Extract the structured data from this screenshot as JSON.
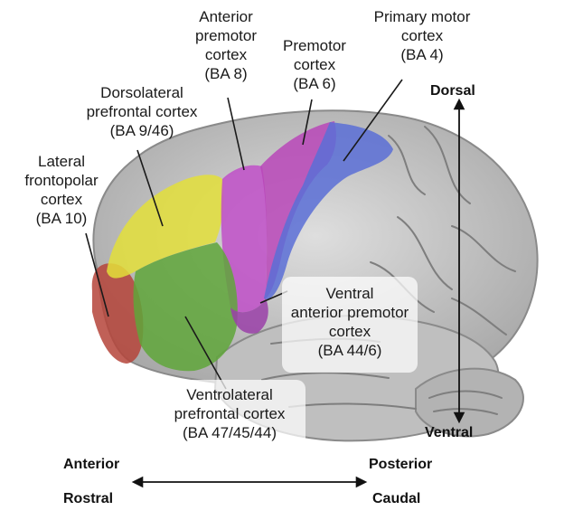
{
  "regions": [
    {
      "id": "ba10",
      "lines": [
        "Lateral",
        "frontopolar",
        "cortex",
        "(BA 10)"
      ],
      "color": "#b5443a"
    },
    {
      "id": "ba946",
      "lines": [
        "Dorsolateral",
        "prefrontal cortex",
        "(BA 9/46)"
      ],
      "color": "#e3df3a"
    },
    {
      "id": "ba8",
      "lines": [
        "Anterior",
        "premotor",
        "cortex",
        "(BA 8)"
      ],
      "color": "#c04fc8"
    },
    {
      "id": "ba6",
      "lines": [
        "Premotor",
        "cortex",
        "(BA 6)"
      ],
      "color": "#b847b8"
    },
    {
      "id": "ba4",
      "lines": [
        "Primary motor",
        "cortex",
        "(BA 4)"
      ],
      "color": "#5a6fd6"
    },
    {
      "id": "ba446",
      "lines": [
        "Ventral",
        "anterior premotor",
        "cortex",
        "(BA 44/6)"
      ],
      "color": "#9a3fa8"
    },
    {
      "id": "ba474544",
      "lines": [
        "Ventrolateral",
        "prefrontal cortex",
        "(BA 47/45/44)"
      ],
      "color": "#5fa63a"
    }
  ],
  "axes": {
    "dorsal": "Dorsal",
    "ventral": "Ventral",
    "anterior": "Anterior",
    "posterior": "Posterior",
    "rostral": "Rostral",
    "caudal": "Caudal"
  }
}
